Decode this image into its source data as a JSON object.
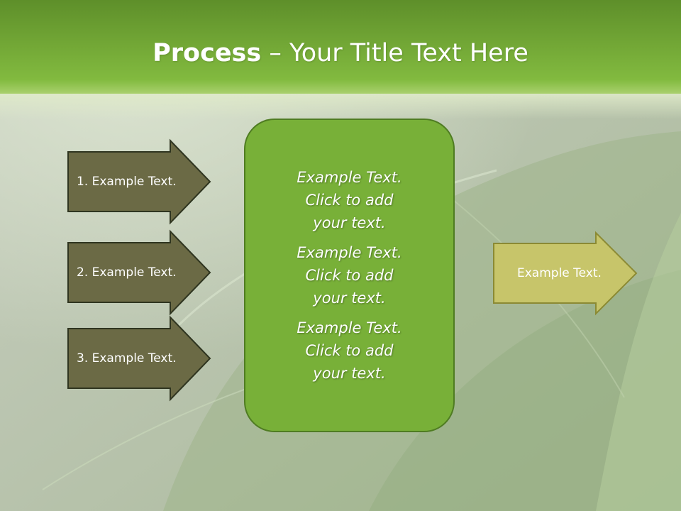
{
  "title": {
    "bold": "Process",
    "rest": " – Your Title Text Here"
  },
  "colors": {
    "title_band_top": "#5e8f2a",
    "title_band_bottom": "#86bf40",
    "left_arrow_fill": "#6b6a45",
    "left_arrow_stroke": "#2f3520",
    "center_box_fill": "#78b038",
    "center_box_stroke": "#4f7c22",
    "right_arrow_fill": "#c7c56a",
    "right_arrow_stroke": "#8b8a34"
  },
  "left_arrows": [
    {
      "label": "1. Example Text."
    },
    {
      "label": "2. Example Text."
    },
    {
      "label": "3. Example Text."
    }
  ],
  "center_box": {
    "paragraphs": [
      {
        "line1": "Example Text.",
        "line2": "Click  to add",
        "line3": "your text."
      },
      {
        "line1": "Example Text.",
        "line2": "Click  to add",
        "line3": "your text."
      },
      {
        "line1": "Example Text.",
        "line2": "Click  to add",
        "line3": "your text."
      }
    ]
  },
  "right_arrow": {
    "label": "Example Text."
  }
}
